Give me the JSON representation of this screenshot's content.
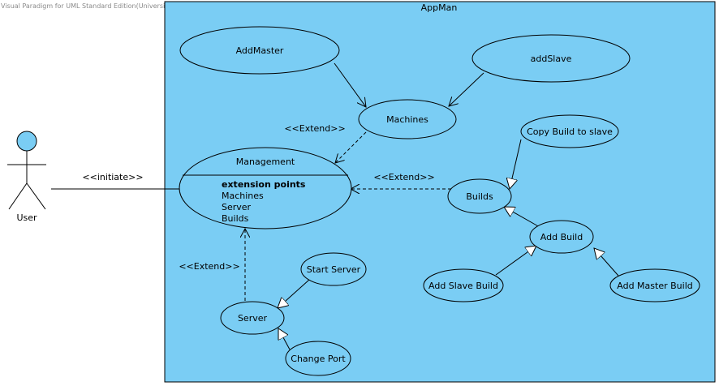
{
  "watermark": "Visual Paradigm for UML Standard Edition(University of Pretoria)",
  "colors": {
    "fill": "#7acdf4",
    "stroke": "#000000",
    "background": "#ffffff"
  },
  "system": {
    "title": "AppMan"
  },
  "actor": {
    "name": "User",
    "icon": "stick-figure-actor"
  },
  "usecases": {
    "add_master": "AddMaster",
    "add_slave": "addSlave",
    "machines": "Machines",
    "copy_build": "Copy Build to slave",
    "builds": "Builds",
    "add_build": "Add Build",
    "add_slave_build": "Add Slave Build",
    "add_master_build": "Add Master Build",
    "start_server": "Start Server",
    "server": "Server",
    "change_port": "Change Port"
  },
  "management": {
    "name": "Management",
    "extension_heading": "extension points",
    "extension_points": [
      "Machines",
      "Server",
      "Builds"
    ]
  },
  "relations": {
    "initiate": "<<initiate>>",
    "extend_machines": "<<Extend>>",
    "extend_builds": "<<Extend>>",
    "extend_server": "<<Extend>>"
  }
}
